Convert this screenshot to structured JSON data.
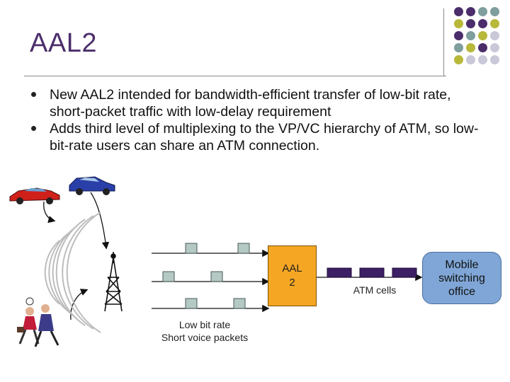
{
  "slide": {
    "title": "AAL2",
    "bullets": [
      "New AAL2 intended for bandwidth-efficient transfer of low-bit rate, short-packet traffic with low-delay requirement",
      "Adds third level of multiplexing to the VP/VC hierarchy of ATM, so low-bit-rate users can share an ATM connection."
    ]
  },
  "diagram": {
    "aal_label_line1": "AAL",
    "aal_label_line2": "2",
    "atm_cells_label": "ATM cells",
    "msc_label_line1": "Mobile",
    "msc_label_line2": "switching",
    "msc_label_line3": "office",
    "low_bit_rate_label_line1": "Low bit rate",
    "low_bit_rate_label_line2": "Short voice packets"
  },
  "colors": {
    "title": "#4b2d6b",
    "aal_box": "#f5a623",
    "msc_box": "#7fa6d6",
    "atm_cell": "#3d1f66",
    "voice_packet": "#b4c8c4",
    "dot_purple": "#4b2d6b",
    "dot_teal": "#7f9e9e",
    "dot_olive": "#b8b83a",
    "dot_grey": "#c8c8d8"
  }
}
